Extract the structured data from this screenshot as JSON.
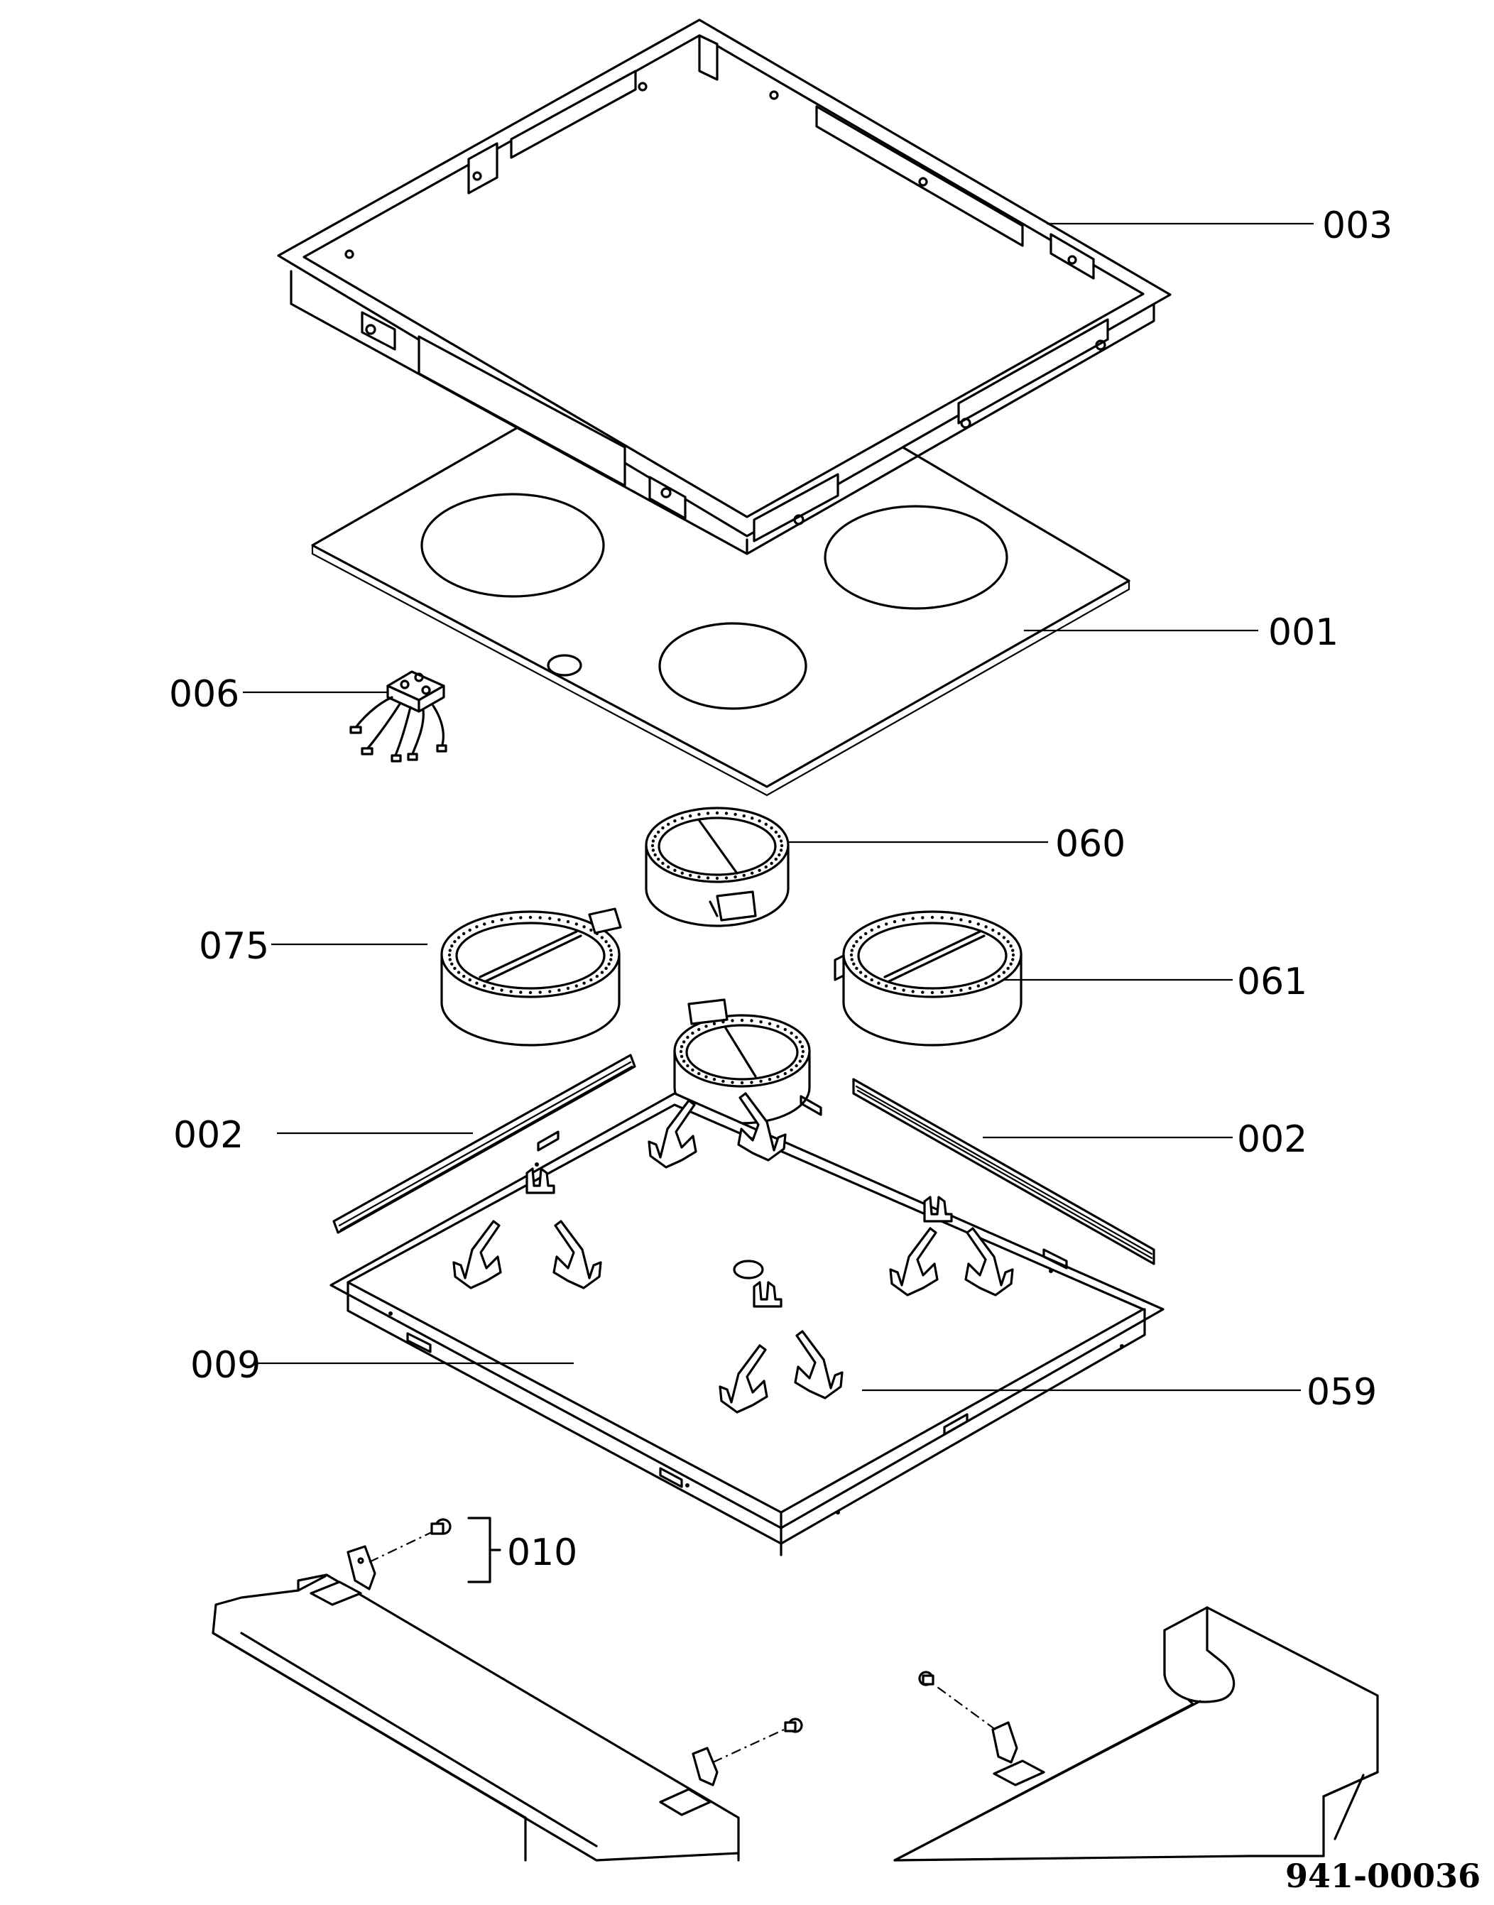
{
  "drawing": {
    "code": "941-00036",
    "callouts": {
      "c003": "003",
      "c001": "001",
      "c006": "006",
      "c060": "060",
      "c075": "075",
      "c061": "061",
      "c002_left": "002",
      "c002_right": "002",
      "c009": "009",
      "c059": "059",
      "c010": "010"
    }
  }
}
